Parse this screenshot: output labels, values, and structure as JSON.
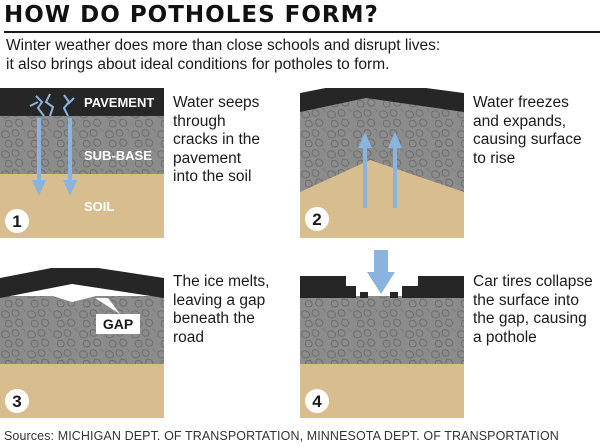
{
  "title": "HOW DO POTHOLES FORM?",
  "intro": {
    "line1": "Winter weather does more than close schools and disrupt lives:",
    "line2": "it also brings about ideal conditions for potholes to form."
  },
  "layer_labels": {
    "pavement": "PAVEMENT",
    "subbase": "SUB-BASE",
    "soil": "SOIL",
    "gap": "GAP"
  },
  "steps": [
    {
      "number": "1",
      "caption": [
        "Water seeps",
        "through",
        "cracks in the",
        "pavement",
        "into the soil"
      ]
    },
    {
      "number": "2",
      "caption": [
        "Water freezes",
        "and expands,",
        "causing surface",
        "to rise"
      ]
    },
    {
      "number": "3",
      "caption": [
        "The ice melts,",
        "leaving a gap",
        "beneath the",
        "road"
      ]
    },
    {
      "number": "4",
      "caption": [
        "Car tires collapse",
        "the surface into",
        "the gap, causing",
        "a pothole"
      ]
    }
  ],
  "source": "Sources: MICHIGAN DEPT. OF TRANSPORTATION, MINNESOTA DEPT. OF TRANSPORTATION",
  "colors": {
    "pavement": "#262626",
    "subbase": "#8c8c8c",
    "soil": "#d8bd8f",
    "water": "#8ab4dd",
    "text": "#1a1a1a"
  }
}
